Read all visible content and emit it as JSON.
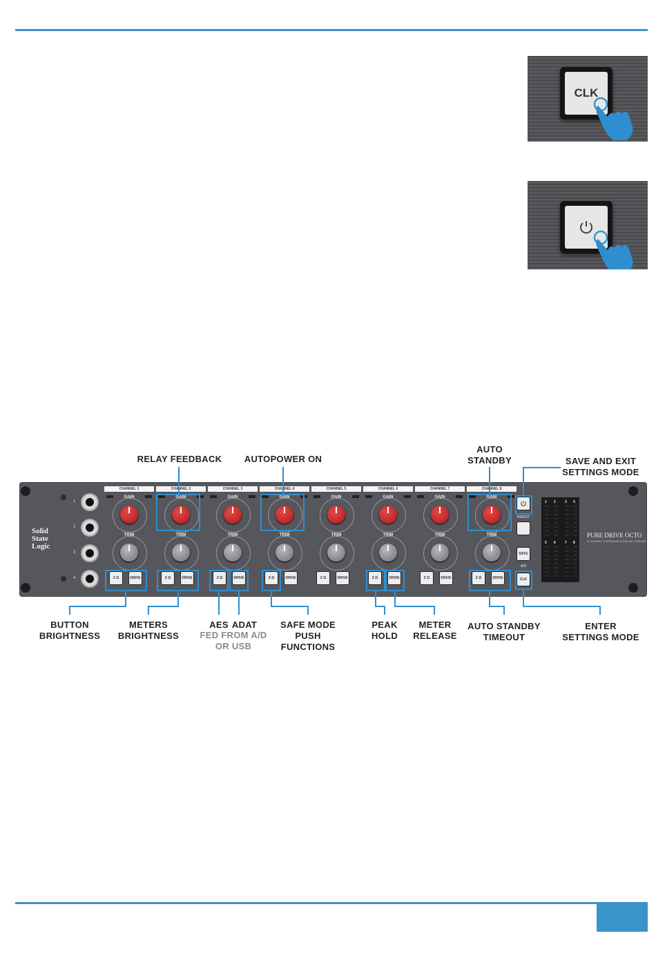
{
  "header": {
    "accent_color": "#3b94c9"
  },
  "photos": {
    "clk_button": {
      "label": "CLK",
      "icon": "tap-hand-icon"
    },
    "power_button": {
      "icon": "power-icon"
    }
  },
  "device": {
    "brand_lines": [
      "Solid",
      "State",
      "Logic"
    ],
    "jack_numbers": [
      "1",
      "2",
      "3",
      "4"
    ],
    "channels": [
      {
        "label": "CHANNEL 1"
      },
      {
        "label": "CHANNEL 2"
      },
      {
        "label": "CHANNEL 3"
      },
      {
        "label": "CHANNEL 4"
      },
      {
        "label": "CHANNEL 5"
      },
      {
        "label": "CHANNEL 6"
      },
      {
        "label": "CHANNEL 7"
      },
      {
        "label": "CHANNEL 8"
      }
    ],
    "gain_label": "GAIN",
    "trim_label": "TRIM",
    "z_button": "Z Ω",
    "drive_button": "DRIVE",
    "side_buttons": {
      "insert": "INSERT",
      "rate": "RATE",
      "ad": "A/D",
      "clk": "CLK"
    },
    "meter_top_numbers": [
      "1",
      "2",
      "3",
      "4"
    ],
    "meter_bottom_numbers": [
      "5",
      "6",
      "7",
      "8"
    ],
    "product_logo": "PURE DRIVE OCTO",
    "product_sub": "8 CHANNEL SUPERANALOGUE MIC PREAMP",
    "highlight_color": "#2f8ed0"
  },
  "callouts": {
    "relay_feedback": "RELAY FEEDBACK",
    "autopower_on": "AUTOPOWER ON",
    "auto_standby": "AUTO\nSTANDBY",
    "save_exit": "SAVE AND EXIT\nSETTINGS MODE",
    "button_brightness": "BUTTON\nBRIGHTNESS",
    "meters_brightness": "METERS\nBRIGHTNESS",
    "aes": "AES",
    "adat": "ADAT",
    "fed_from": "FED FROM A/D\nOR USB",
    "safe_mode": "SAFE MODE\nPUSH\nFUNCTIONS",
    "peak_hold": "PEAK\nHOLD",
    "meter_release": "METER\nRELEASE",
    "auto_standby_timeout": "AUTO STANDBY\nTIMEOUT",
    "enter_settings": "ENTER\nSETTINGS MODE"
  }
}
